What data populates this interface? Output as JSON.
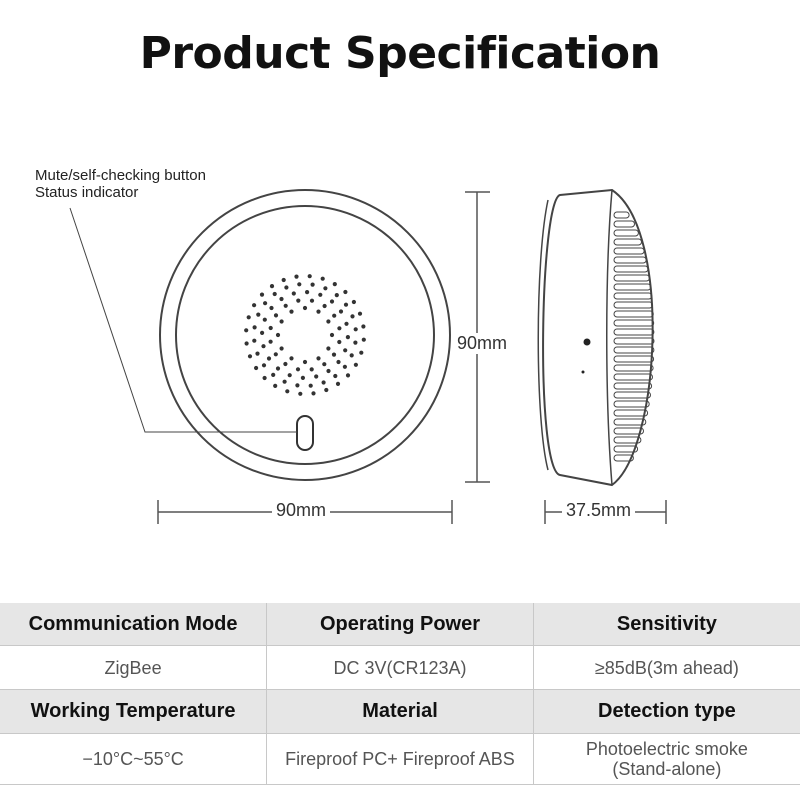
{
  "title": "Product Specification",
  "callouts": {
    "mute_button": "Mute/self-checking button",
    "status_indicator": "Status indicator"
  },
  "dimensions": {
    "width": "90mm",
    "height": "90mm",
    "depth": "37.5mm"
  },
  "specs": {
    "row1": {
      "headers": [
        "Communication Mode",
        "Operating Power",
        "Sensitivity"
      ],
      "values": [
        "ZigBee",
        "DC 3V(CR123A)",
        "≥85dB(3m ahead)"
      ]
    },
    "row2": {
      "headers": [
        "Working Temperature",
        "Material",
        "Detection type"
      ],
      "values": [
        "−10°C~55°C",
        "Fireproof PC+ Fireproof ABS",
        "Photoelectric smoke\n(Stand-alone)"
      ]
    }
  },
  "colors": {
    "header_bg": "#e6e6e6",
    "outline": "#444444",
    "dimension_line": "#555555"
  }
}
